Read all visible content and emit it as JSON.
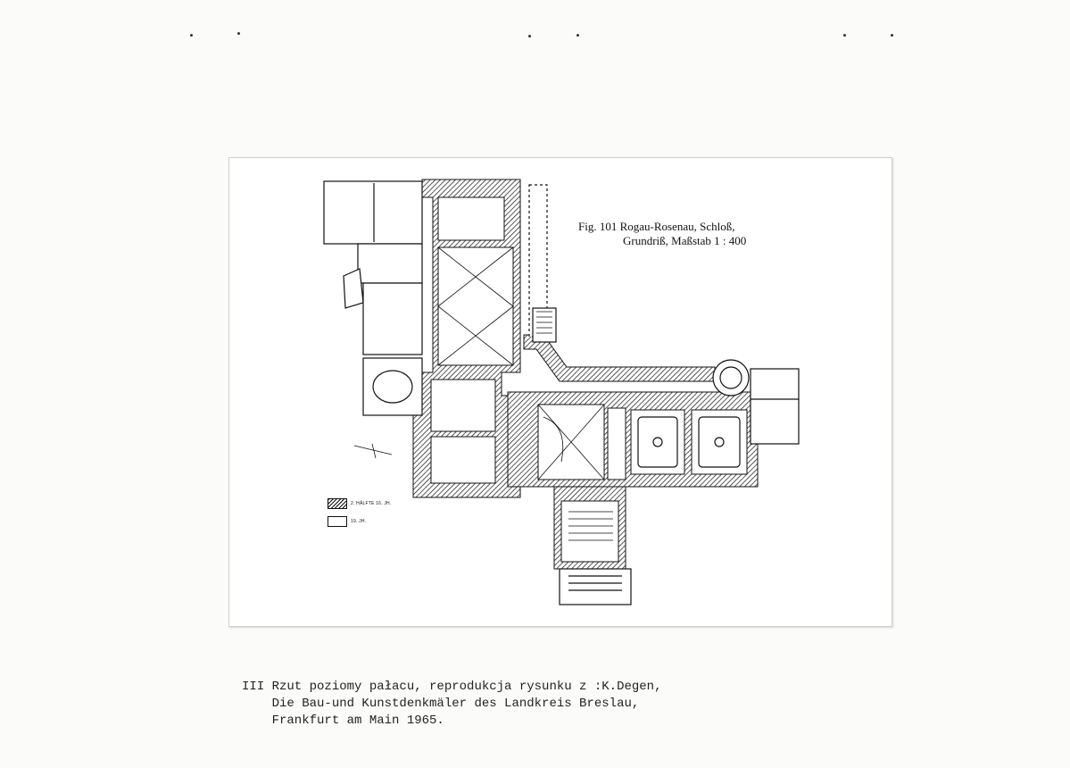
{
  "figure": {
    "caption_line1": "Fig. 101  Rogau-Rosenau, Schloß,",
    "caption_line2": "Grundriß, Maßstab 1 : 400"
  },
  "legend": {
    "items": [
      {
        "label": "2. HÄLFTE 16. JH.",
        "style": "hatched"
      },
      {
        "label": "19. JH.",
        "style": "blank"
      }
    ]
  },
  "caption": {
    "line1": "III Rzut poziomy pałacu, reprodukcja rysunku z :K.Degen,",
    "line2": "    Die Bau-und Kunstdenkmäler des Landkreis Breslau,",
    "line3": "    Frankfurt am Main 1965."
  }
}
